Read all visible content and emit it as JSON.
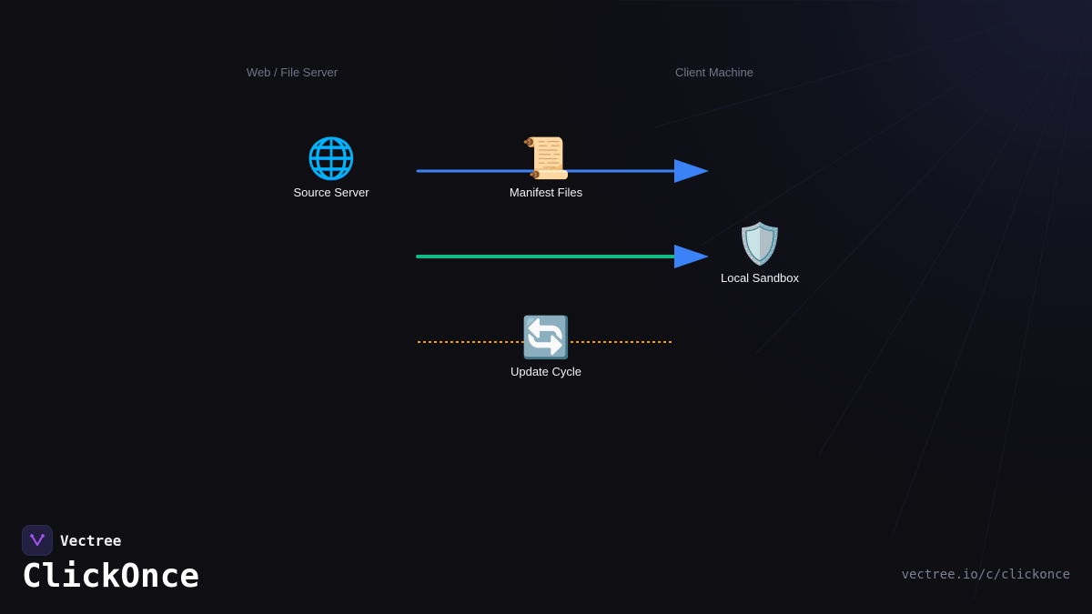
{
  "regions": {
    "server": "Web / File Server",
    "client": "Client Machine"
  },
  "nodes": {
    "source_server": {
      "icon": "🌐",
      "label": "Source Server"
    },
    "manifest_files": {
      "icon": "📜",
      "label": "Manifest Files"
    },
    "local_sandbox": {
      "icon": "🛡️",
      "label": "Local Sandbox"
    },
    "update_cycle": {
      "icon": "🔄",
      "label": "Update Cycle"
    }
  },
  "edges": [
    {
      "id": "deploy-flow",
      "style": "solid",
      "color": "#3b82f6",
      "arrow_color": "#3b82f6"
    },
    {
      "id": "install-flow",
      "style": "solid",
      "color": "#10b981",
      "arrow_color": "#3b82f6"
    },
    {
      "id": "update-flow",
      "style": "dotted",
      "color": "#f59e0b",
      "arrow_color": ""
    }
  ],
  "brand": {
    "name": "Vectree",
    "logo_icon": "vectree-logo-icon",
    "accent": "#a855f7"
  },
  "page": {
    "title": "ClickOnce",
    "url": "vectree.io/c/clickonce"
  },
  "colors": {
    "background": "#0e0e13",
    "region_label": "#6f7689",
    "node_label": "#f2f2f5"
  }
}
